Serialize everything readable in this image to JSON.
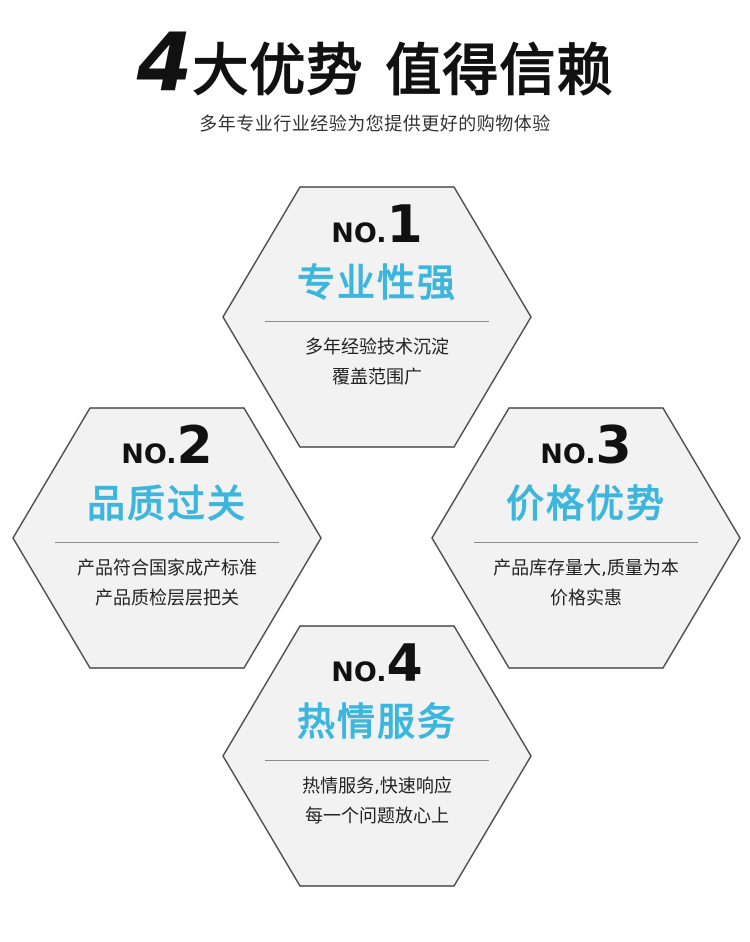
{
  "header": {
    "number": "4",
    "title_part1": "大优势",
    "title_part2": "值得信赖",
    "subtitle": "多年专业行业经验为您提供更好的购物体验"
  },
  "colors": {
    "accent": "#3db6de",
    "hex_fill": "#f2f2f2",
    "hex_stroke": "#4a4a4a",
    "divider": "#8a8a8a"
  },
  "cards": [
    {
      "prefix": "NO.",
      "number": "1",
      "title": "专业性强",
      "desc_line1": "多年经验技术沉淀",
      "desc_line2": "覆盖范围广"
    },
    {
      "prefix": "NO.",
      "number": "2",
      "title": "品质过关",
      "desc_line1": "产品符合国家成产标准",
      "desc_line2": "产品质检层层把关"
    },
    {
      "prefix": "NO.",
      "number": "3",
      "title": "价格优势",
      "desc_line1": "产品库存量大,质量为本",
      "desc_line2": "价格实惠"
    },
    {
      "prefix": "NO.",
      "number": "4",
      "title": "热情服务",
      "desc_line1": "热情服务,快速响应",
      "desc_line2": "每一个问题放心上"
    }
  ]
}
